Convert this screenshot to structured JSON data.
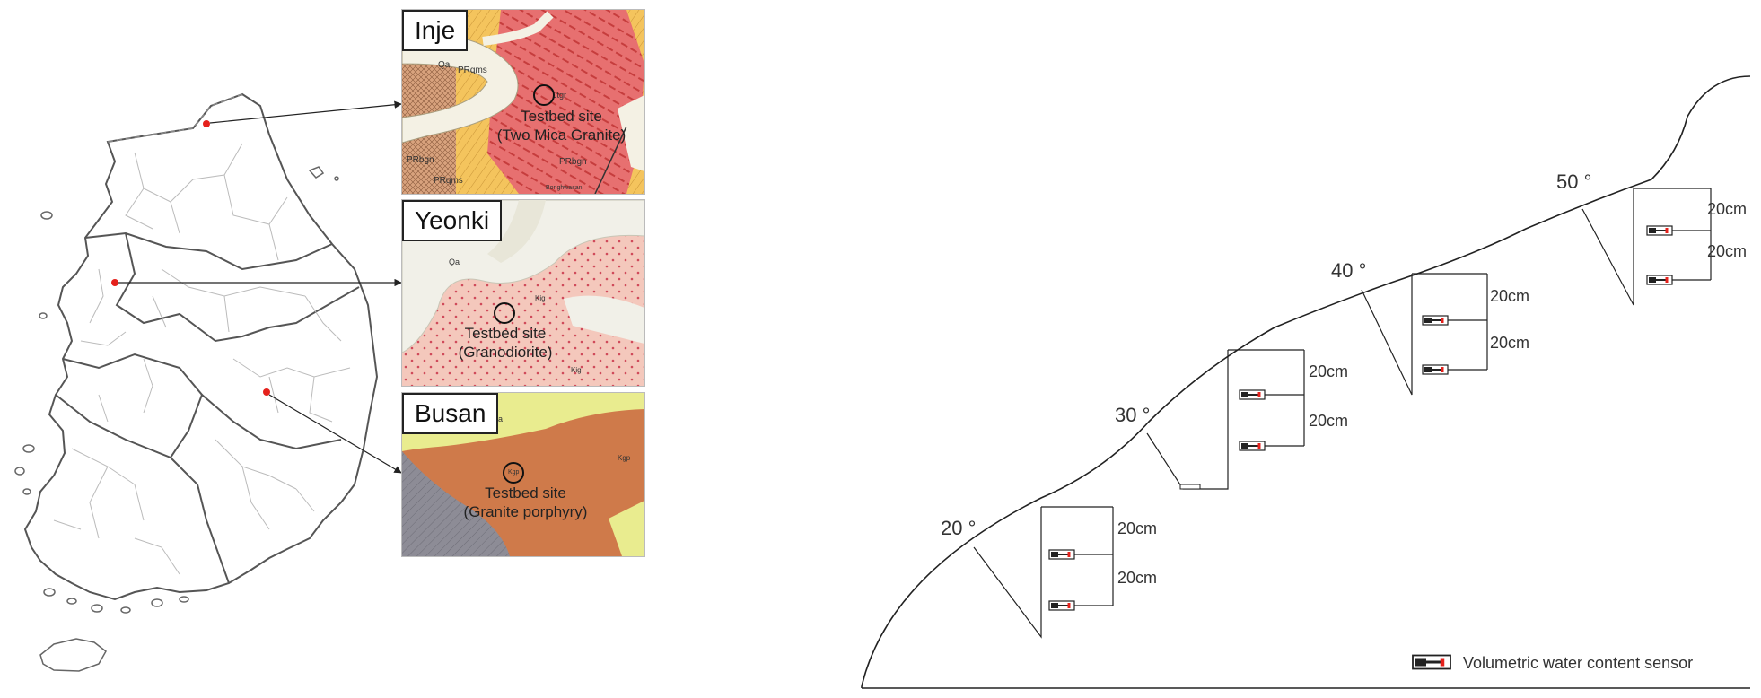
{
  "sites": [
    {
      "name": "Inje",
      "caption_line1": "Testbed site",
      "caption_line2": "(Two Mica Granite)"
    },
    {
      "name": "Yeonki",
      "caption_line1": "Testbed site",
      "caption_line2": "(Granodiorite)"
    },
    {
      "name": "Busan",
      "caption_line1": "Testbed site",
      "caption_line2": "(Granite porphyry)"
    }
  ],
  "map_units": {
    "inje": [
      "Qa",
      "PRqms",
      "PRbgn",
      "PRbgn",
      "PRqms",
      "Jtgr",
      "Bonghwasan"
    ],
    "yeonki": [
      "Qa",
      "Kig",
      "Kig"
    ],
    "busan": [
      "Qa",
      "Kgp",
      "Kgp"
    ]
  },
  "slope": {
    "angles": [
      "20 °",
      "30 °",
      "40 °",
      "50 °"
    ],
    "depth_label": "20cm",
    "legend_label": "Volumetric water content sensor"
  },
  "colors": {
    "marker": "#e5211c",
    "inje_base": "#f4c45d",
    "inje_granite": "#e77070",
    "yeonki_base": "#f4c8bc",
    "busan_base": "#cf7a4a",
    "busan_top": "#e9ec8f",
    "busan_bottom": "#8d8c96"
  }
}
